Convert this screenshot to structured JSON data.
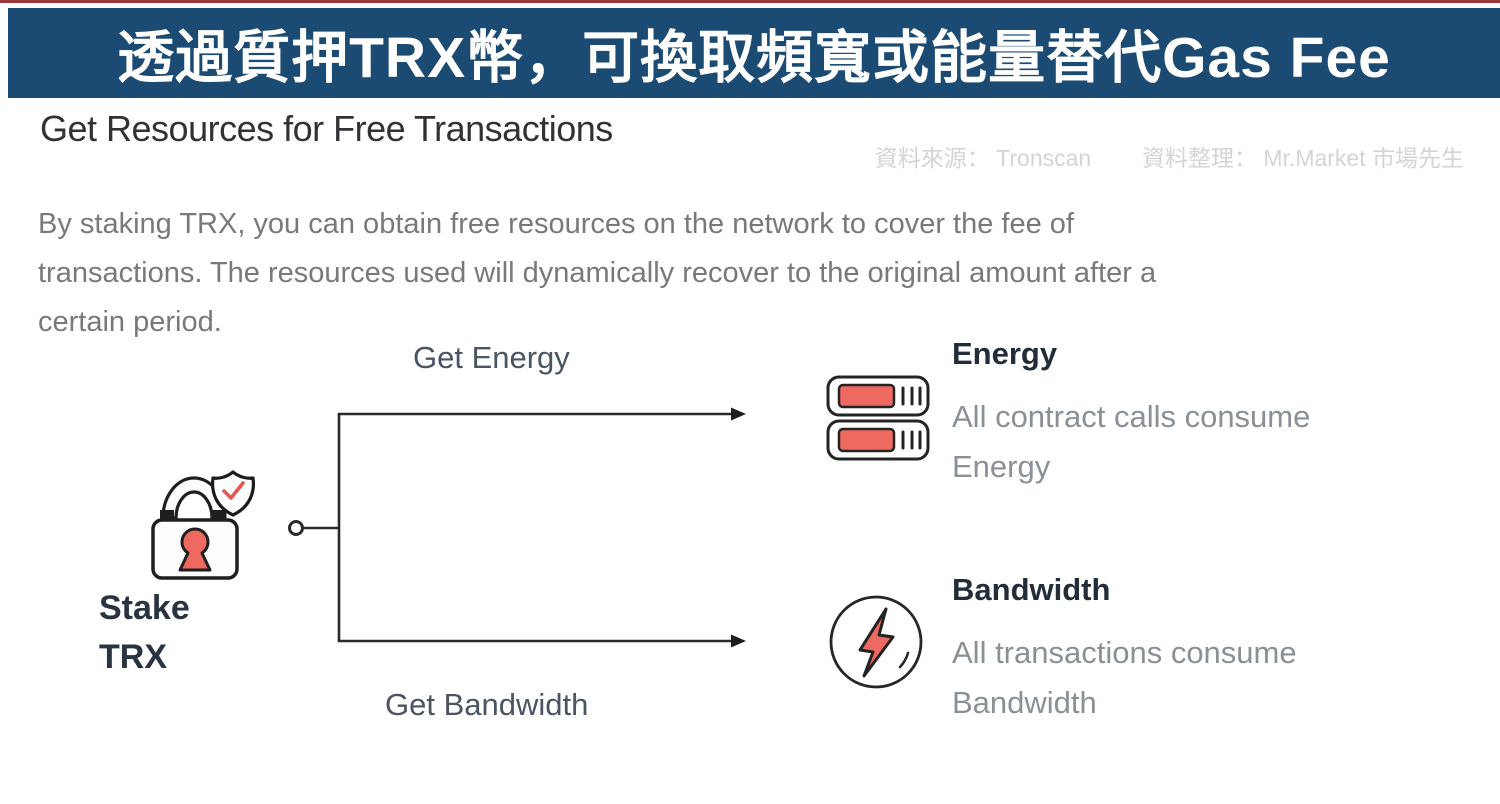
{
  "banner": {
    "title": "透過質押TRX幣，可換取頻寬或能量替代Gas Fee",
    "bg_color": "#1b4a73",
    "top_line_color": "#9a383c",
    "text_color": "#ffffff"
  },
  "header": {
    "title": "Get Resources for Free Transactions",
    "source_label": "資料來源：",
    "source_value": "Tronscan",
    "curator_label": "資料整理：",
    "curator_value": "Mr.Market 市場先生"
  },
  "paragraph": {
    "lines": [
      "By staking TRX, you can obtain free resources on the network to cover the fee of",
      "transactions. The resources used will dynamically recover to the original amount after a",
      "certain period."
    ]
  },
  "diagram": {
    "stake": {
      "label_line1": "Stake",
      "label_line2": "TRX",
      "icon": "lock-shield-check-icon"
    },
    "branch_top_label": "Get Energy",
    "branch_bottom_label": "Get Bandwidth",
    "energy": {
      "title": "Energy",
      "desc_line1": "All contract calls consume",
      "desc_line2": "Energy",
      "icon": "battery-cells-icon"
    },
    "bandwidth": {
      "title": "Bandwidth",
      "desc_line1": "All transactions consume",
      "desc_line2": "Bandwidth",
      "icon": "lightning-bolt-icon"
    }
  },
  "colors": {
    "accent_red": "#ee6a60",
    "outline_dark": "#1f1f1f",
    "connector_dark": "#2b2b2b",
    "body_text_gray": "#77797c",
    "muted_attribution_gray": "#d4d4d4",
    "heading_dark": "#232d3a"
  }
}
